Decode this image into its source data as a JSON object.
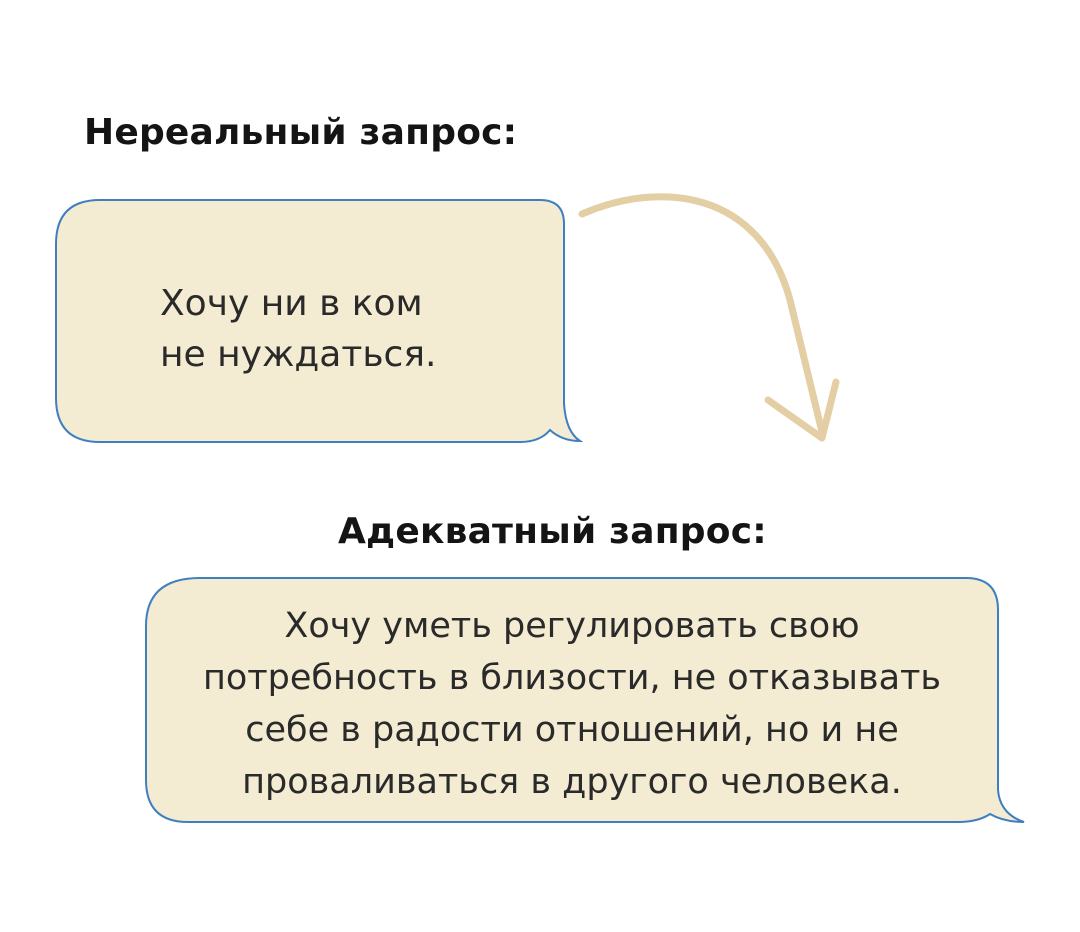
{
  "headings": {
    "unreal": "Нереальный запрос:",
    "adequate": "Адекватный запрос:"
  },
  "bubbles": {
    "unreal_text": "Хочу ни в ком\nне нуждаться.",
    "adequate_text": "Хочу уметь регулировать свою\nпотребность в близости, не отказывать\nсебе в радости отношений, но и не\nпроваливаться в другого человека."
  },
  "colors": {
    "bubble_fill": "#f3ecd2",
    "bubble_stroke": "#3f7fc0",
    "arrow": "#e3cfa3",
    "heading": "#141414",
    "text": "#2a2a2a"
  },
  "icons": {
    "connector": "curved-arrow-down"
  }
}
